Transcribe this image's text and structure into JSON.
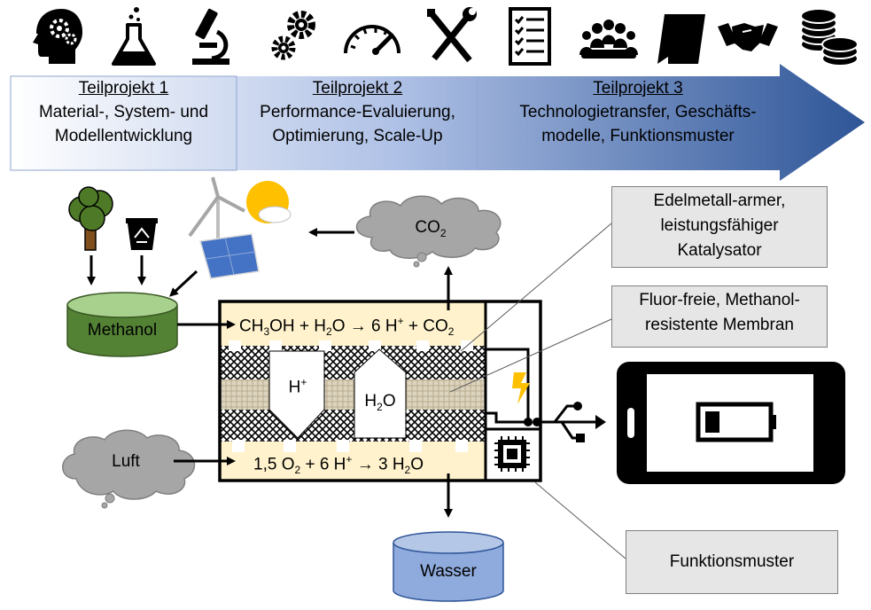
{
  "icons": [
    "head-gears-icon",
    "flask-icon",
    "microscope-icon",
    "gears-icon",
    "gauge-icon",
    "tools-icon",
    "checklist-icon",
    "team-icon",
    "document-icon",
    "handshake-icon",
    "coins-icon"
  ],
  "phases": [
    {
      "title": "Teilprojekt 1",
      "line1": "Material-, System- und",
      "line2": "Modellentwicklung"
    },
    {
      "title": "Teilprojekt 2",
      "line1": "Performance-Evaluierung,",
      "line2": "Optimierung, Scale-Up"
    },
    {
      "title": "Teilprojekt 3",
      "line1": "Technologietransfer, Geschäfts-",
      "line2": "modelle, Funktionsmuster"
    }
  ],
  "callouts": {
    "catalyst": {
      "line1": "Edelmetall-armer,",
      "line2": "leistungsfähiger",
      "line3": "Katalysator"
    },
    "membrane": {
      "line1": "Fluor-freie, Methanol-",
      "line2": "resistente Membran"
    },
    "prototype": {
      "text": "Funktionsmuster"
    }
  },
  "labels": {
    "methanol": "Methanol",
    "luft": "Luft",
    "wasser": "Wasser",
    "co2": "CO",
    "co2_sub": "2",
    "proton": "H",
    "proton_sup": "+",
    "water_h": "H",
    "water_sub": "2",
    "water_o": "O"
  },
  "anode_eq": {
    "p1": "CH",
    "s1": "3",
    "p2": "OH + H",
    "s2": "2",
    "p3": "O → 6 H",
    "sp1": "+",
    "p4": " + CO",
    "s3": "2"
  },
  "cathode_eq": {
    "p1": "1,5 O",
    "s1": "2",
    "p2": " + 6 H",
    "sp1": "+",
    "p3": " → 3 H",
    "s2": "2",
    "p4": "O"
  },
  "colors": {
    "arrow_start": "#ffffff",
    "arrow_end": "#2e5597",
    "cloud": "#a6a6a6",
    "methanol": "#548235",
    "wasser": "#8faadc",
    "cell_fill": "#fff2cc",
    "callout": "#e6e6e6"
  }
}
